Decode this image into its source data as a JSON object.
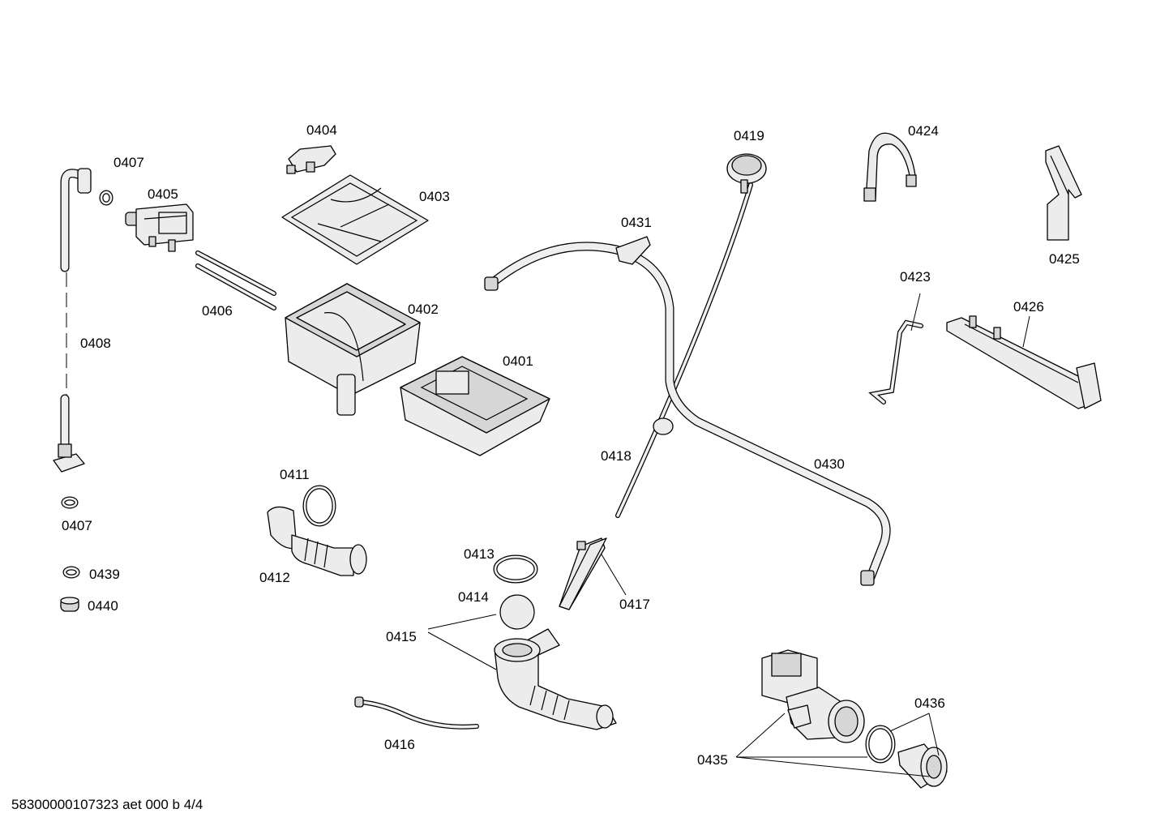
{
  "labels": {
    "l0401": "0401",
    "l0402": "0402",
    "l0403": "0403",
    "l0404": "0404",
    "l0405": "0405",
    "l0406": "0406",
    "l0407a": "0407",
    "l0407b": "0407",
    "l0408": "0408",
    "l0411": "0411",
    "l0412": "0412",
    "l0413": "0413",
    "l0414": "0414",
    "l0415": "0415",
    "l0416": "0416",
    "l0417": "0417",
    "l0418": "0418",
    "l0419": "0419",
    "l0423": "0423",
    "l0424": "0424",
    "l0425": "0425",
    "l0426": "0426",
    "l0430": "0430",
    "l0431": "0431",
    "l0435": "0435",
    "l0436": "0436",
    "l0439": "0439",
    "l0440": "0440"
  },
  "footer": {
    "code": "58300000107323 aet 000 b 4/4"
  }
}
